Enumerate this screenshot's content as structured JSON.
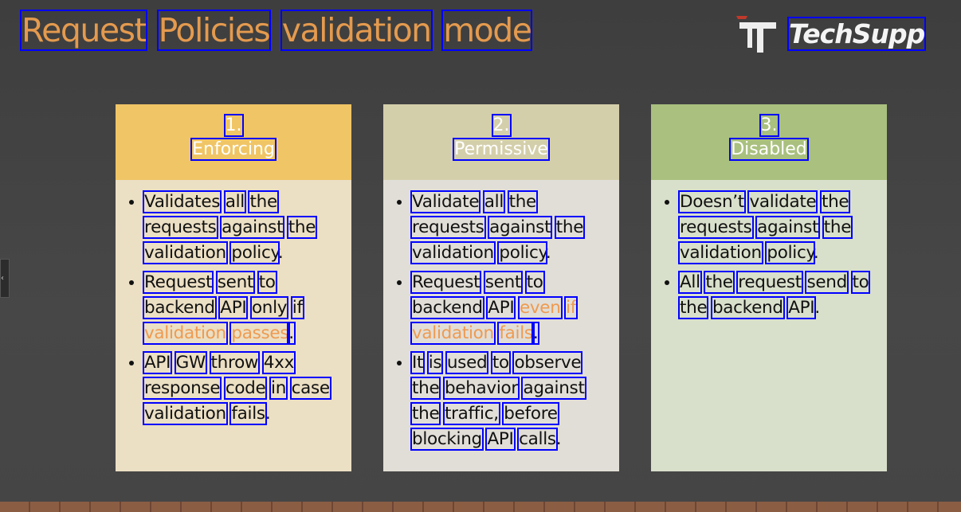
{
  "title": "Request Policies validation mode",
  "brand": "TechSupp",
  "colors": {
    "accent": "#e49a4e",
    "highlight": "#ef9a50"
  },
  "cards": [
    {
      "number": "1.",
      "name": "Enforcing",
      "head_color": "#f0c566",
      "body_color": "#ebdfc4",
      "bullets": [
        [
          {
            "t": "Validates all the requests against the validation policy."
          }
        ],
        [
          {
            "t": "Request sent to backend API only if "
          },
          {
            "t": "validation passes",
            "hl": true
          },
          {
            "t": "."
          }
        ],
        [
          {
            "t": "API GW throw 4xx response code in case validation fails."
          }
        ]
      ]
    },
    {
      "number": "2.",
      "name": "Permissive",
      "head_color": "#d4cfab",
      "body_color": "#e1ded7",
      "bullets": [
        [
          {
            "t": "Validate all the requests against the validation policy."
          }
        ],
        [
          {
            "t": "Request sent to backend API "
          },
          {
            "t": "even if validation fails",
            "hl": true
          },
          {
            "t": "."
          }
        ],
        [
          {
            "t": "It is used to observe the behavior against the traffic, before blocking API calls."
          }
        ]
      ]
    },
    {
      "number": "3.",
      "name": "Disabled",
      "head_color": "#a9c07f",
      "body_color": "#d8dfcb",
      "bullets": [
        [
          {
            "t": "Doesn’t validate the requests against the validation policy."
          }
        ],
        [
          {
            "t": "All the request send to the backend API."
          }
        ]
      ]
    }
  ]
}
